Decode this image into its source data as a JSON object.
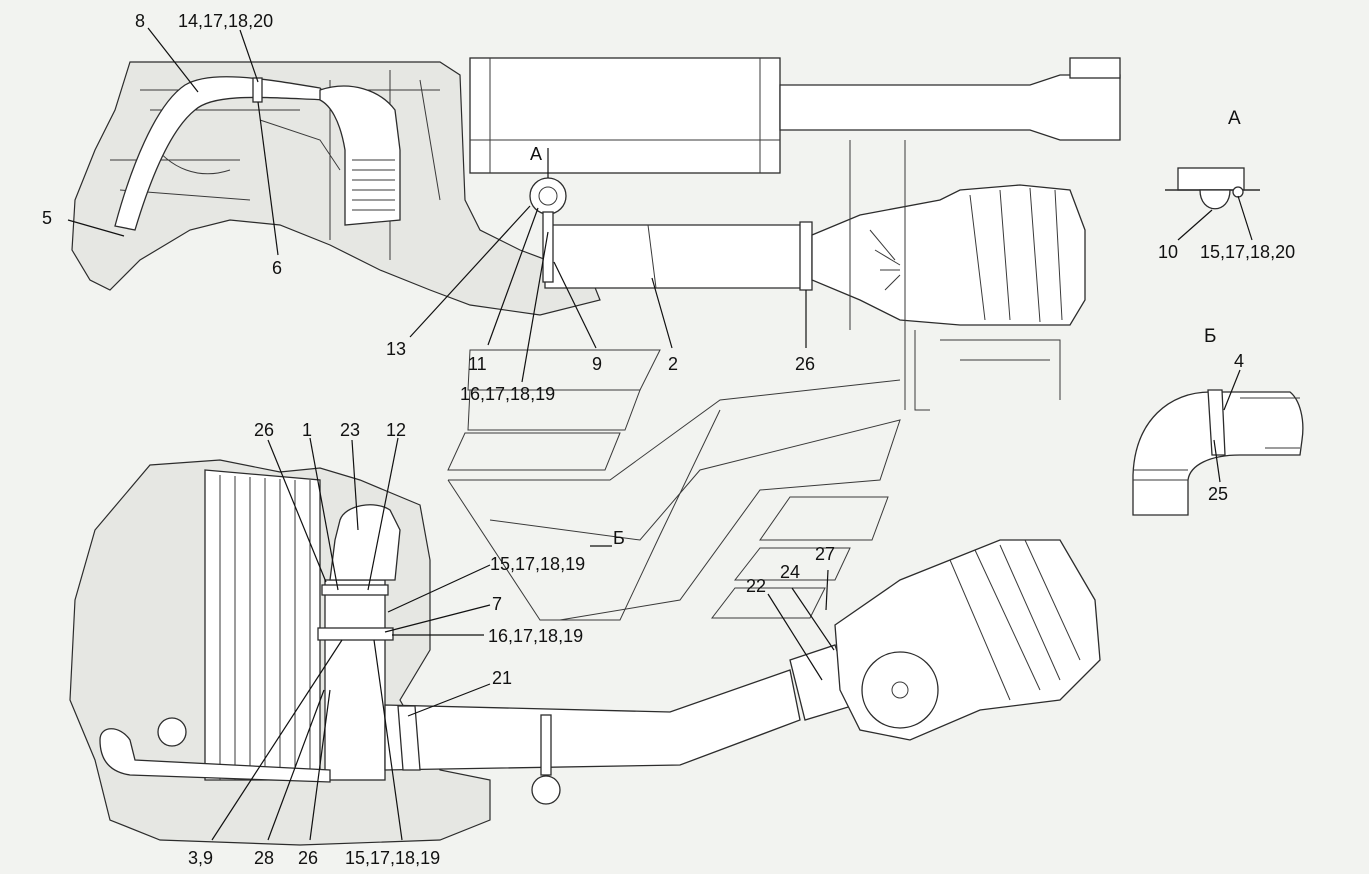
{
  "top_view": {
    "callouts": {
      "c8": "8",
      "c14": "14,17,18,20",
      "c5": "5",
      "c6": "6",
      "cA": "А",
      "c13": "13",
      "c11": "11",
      "c9": "9",
      "c2": "2",
      "c26": "26",
      "c16": "16,17,18,19"
    }
  },
  "detail_a": {
    "title": "А",
    "callouts": {
      "c10": "10",
      "c15": "15,17,18,20"
    }
  },
  "detail_b": {
    "title": "Б",
    "callouts": {
      "c4": "4",
      "c25": "25"
    }
  },
  "bottom_view": {
    "callouts": {
      "c26a": "26",
      "c1": "1",
      "c23": "23",
      "c12": "12",
      "cB": "Б",
      "c15a": "15,17,18,19",
      "c7": "7",
      "c16": "16,17,18,19",
      "c27": "27",
      "c24": "24",
      "c22": "22",
      "c21": "21",
      "c39": "3,9",
      "c28": "28",
      "c26b": "26",
      "c15b": "15,17,18,19"
    }
  }
}
